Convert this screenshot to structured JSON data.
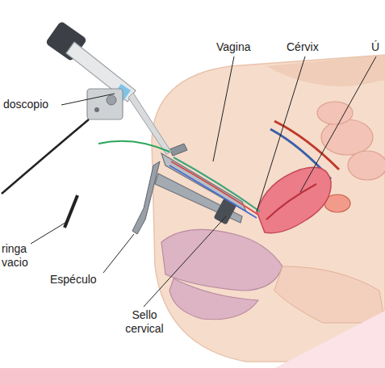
{
  "diagram": {
    "labels": [
      "doscopio",
      "Vagina",
      "Cérvix",
      "Ú",
      "ringa vacio",
      "Espéculo",
      "Sello cervical"
    ]
  }
}
